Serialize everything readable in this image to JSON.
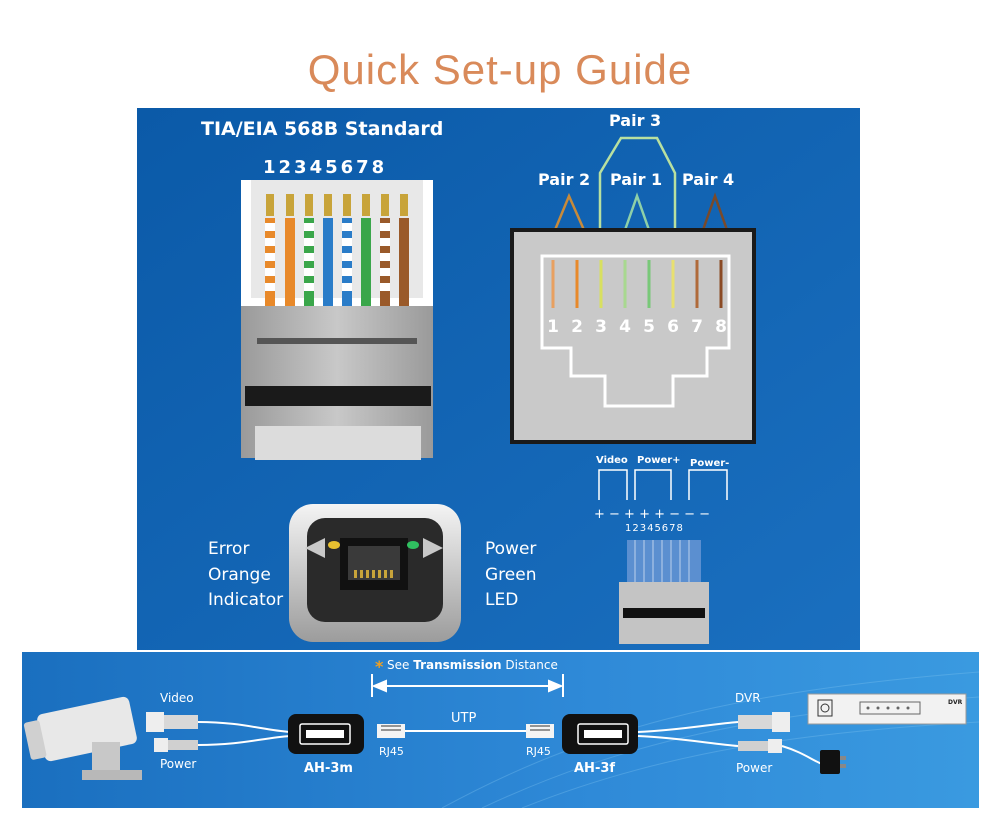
{
  "title": "Quick Set-up Guide",
  "standard_title": "TIA/EIA 568B Standard",
  "plug_pin_numbers": "12345678",
  "pairs": {
    "pair1": "Pair 1",
    "pair2": "Pair 2",
    "pair3": "Pair 3",
    "pair4": "Pair 4"
  },
  "jack_pins": [
    "1",
    "2",
    "3",
    "4",
    "5",
    "6",
    "7",
    "8"
  ],
  "wire_colors": {
    "orange": "#e8892a",
    "green": "#3aa64a",
    "blue": "#2a7cc8",
    "brown": "#9a5a2a"
  },
  "indicator": {
    "left": [
      "Error",
      "Orange",
      "Indicator"
    ],
    "right": [
      "Power",
      "Green",
      "LED"
    ]
  },
  "pinout": {
    "labels": [
      "Video",
      "Power+",
      "Power-"
    ],
    "signs": "+ − + + + − − −",
    "numbers": "12345678"
  },
  "connection": {
    "star": "*",
    "note_prefix": "See ",
    "note_bold": "Transmission",
    "note_suffix": " Distance",
    "video": "Video",
    "power_left": "Power",
    "balun_left": "AH-3m",
    "rj45_left": "RJ45",
    "utp": "UTP",
    "rj45_right": "RJ45",
    "balun_right": "AH-3f",
    "dvr": "DVR",
    "power_right": "Power",
    "dvr_box_label": "DVR"
  }
}
